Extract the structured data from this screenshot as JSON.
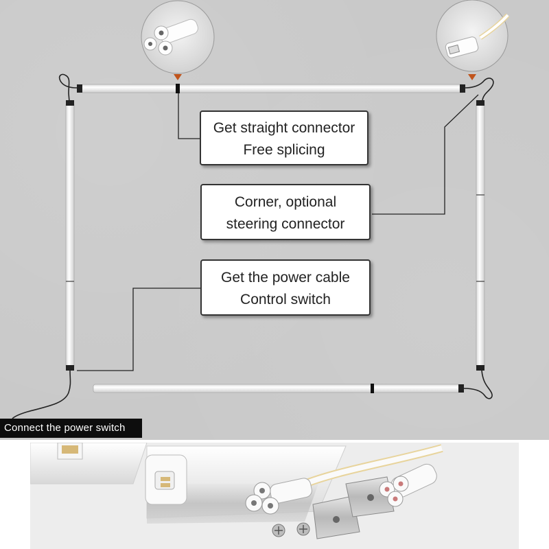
{
  "callouts": {
    "straight": {
      "line1": "Get straight connector",
      "line2": "Free splicing"
    },
    "corner": {
      "line1": "Corner, optional",
      "line2": "steering connector"
    },
    "power": {
      "line1": "Get the power cable",
      "line2": "Control switch"
    }
  },
  "power_switch_label": "Connect the power switch",
  "icons": [
    "straight-connector-thumbnail",
    "power-plug-connector-thumbnail",
    "corner-connector-icon",
    "power-switch-cable-icon"
  ],
  "colors": {
    "panel_bg": "#c9c9c9",
    "tube": "#f4f4f4",
    "label_bg": "#0d0d0d",
    "marker": "#c0541c"
  }
}
